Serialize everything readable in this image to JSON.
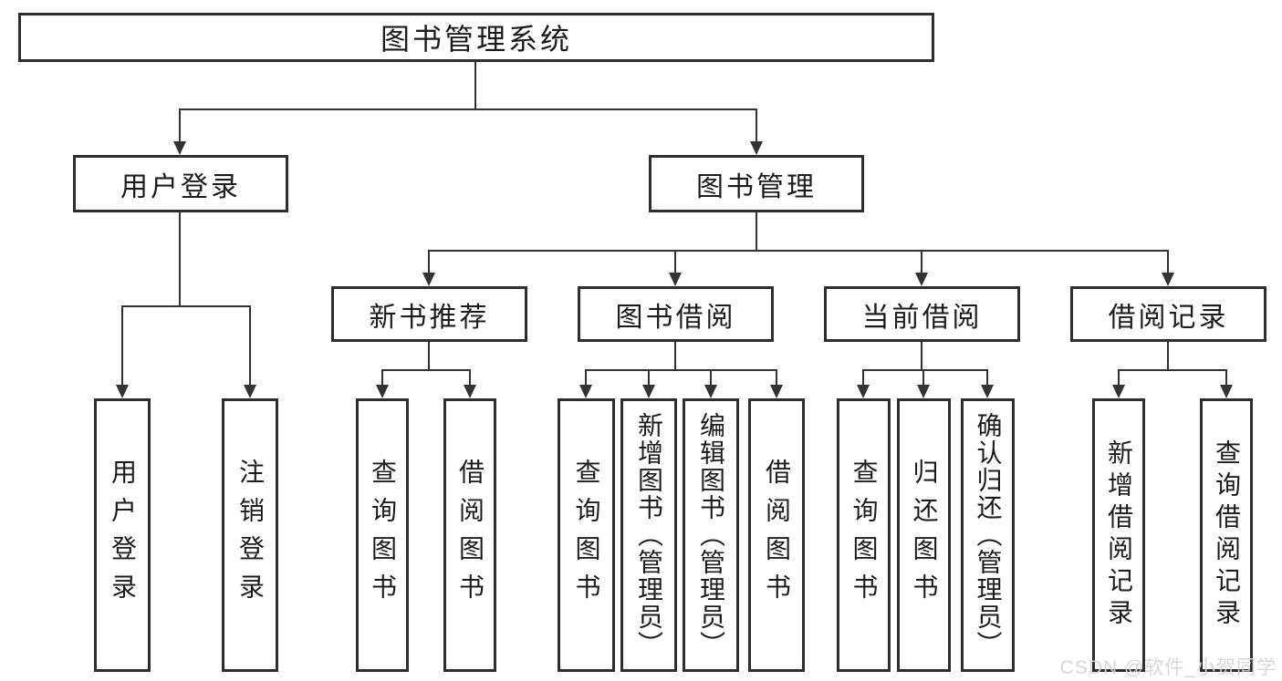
{
  "diagram": {
    "type": "hierarchy-tree",
    "root": {
      "label": "图书管理系统"
    },
    "level2": [
      {
        "label": "用户登录"
      },
      {
        "label": "图书管理"
      }
    ],
    "level3": [
      {
        "label": "新书推荐"
      },
      {
        "label": "图书借阅"
      },
      {
        "label": "当前借阅"
      },
      {
        "label": "借阅记录"
      }
    ],
    "leaves": {
      "user_login": [
        "用户登录",
        "注销登录"
      ],
      "new_book": [
        "查询图书",
        "借阅图书"
      ],
      "book_borrow": [
        "查询图书",
        "新增图书（管理员）",
        "编辑图书（管理员）",
        "借阅图书"
      ],
      "current_borrow": [
        "查询图书",
        "归还图书",
        "确认归还（管理员）"
      ],
      "borrow_records": [
        "新增借阅记录",
        "查询借阅记录"
      ]
    }
  },
  "watermark": {
    "text": "CSDN @软件_小贺同学"
  },
  "colors": {
    "line": "#333333",
    "border": "#2e2e2e",
    "text": "#1c1c1c",
    "background": "#ffffff",
    "watermark": "#d6d6d6"
  }
}
